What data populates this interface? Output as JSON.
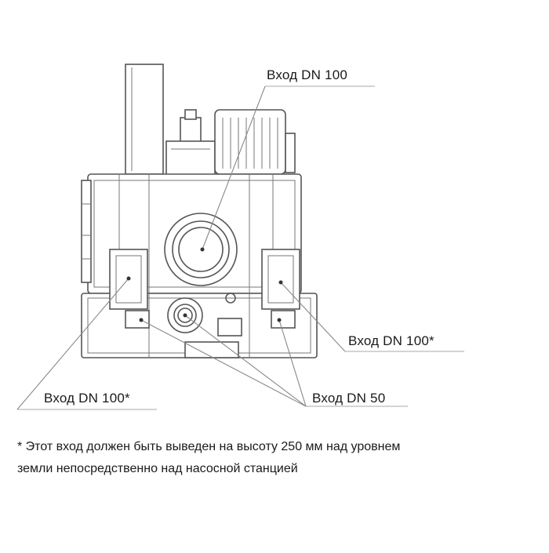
{
  "labels": {
    "inlet_top": "Вход DN 100",
    "inlet_right": "Вход DN 100*",
    "inlet_left": "Вход DN 100*",
    "inlet_bottom": "Вход DN 50"
  },
  "footnote": {
    "line1": "* Этот вход должен быть выведен на высоту 250 мм над уровнем",
    "line2": "земли непосредственно над насосной станцией"
  }
}
